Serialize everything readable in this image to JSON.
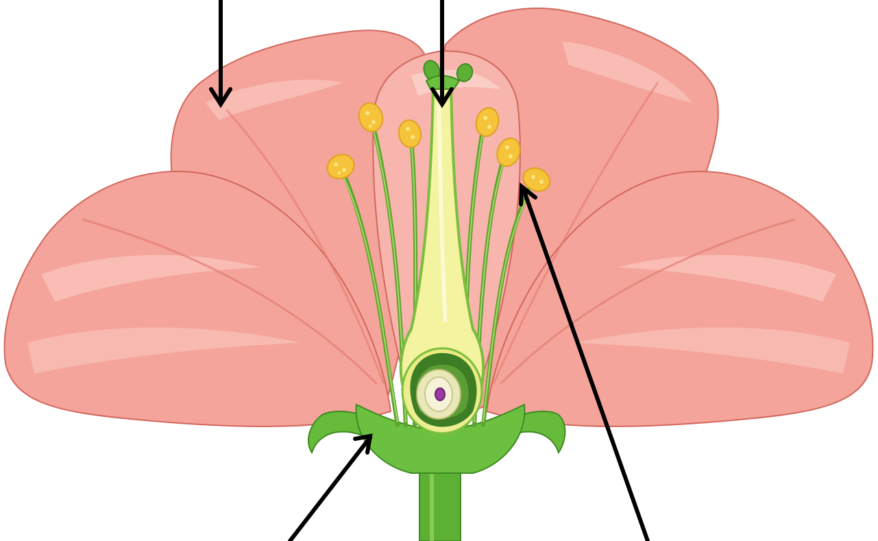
{
  "diagram": {
    "subject": "flower-cross-section",
    "labels": [],
    "parts": [
      {
        "name": "petal"
      },
      {
        "name": "pistil"
      },
      {
        "name": "stamen"
      },
      {
        "name": "sepal"
      },
      {
        "name": "ovary"
      },
      {
        "name": "ovule"
      },
      {
        "name": "stem"
      }
    ],
    "arrows": [
      {
        "name": "petal",
        "direction": "down"
      },
      {
        "name": "stigma",
        "direction": "down"
      },
      {
        "name": "receptacle",
        "direction": "up-right"
      },
      {
        "name": "anther",
        "direction": "up-left"
      }
    ]
  },
  "colors": {
    "background": "#ffffff",
    "petal_fill": "#f4a49a",
    "petal_light": "#f9c2ba",
    "petal_dark": "#e27c72",
    "petal_outline": "#d2675e",
    "stem_green": "#5cb135",
    "stem_dark": "#3f8a24",
    "sepal_green": "#66bb3a",
    "style_yellow": "#f3f3a0",
    "anther_yellow": "#f5c43a",
    "anther_dark": "#e0a021",
    "filament_green": "#7bbd3f",
    "ovary_dark": "#3d7d24",
    "ovule_purple": "#9b3aa0",
    "arrow": "#000000"
  }
}
